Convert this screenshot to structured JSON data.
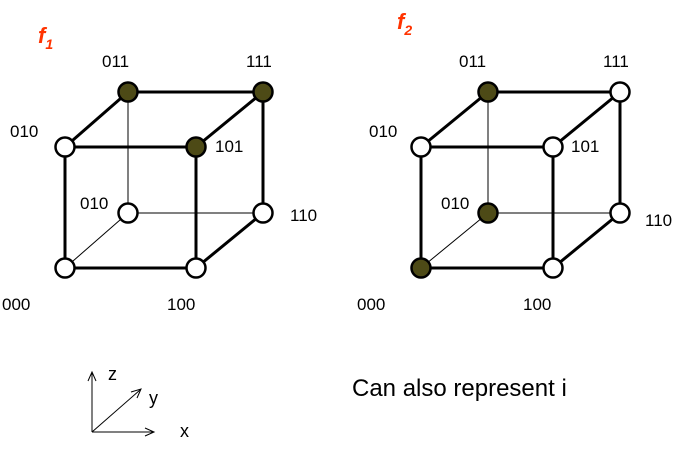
{
  "colors": {
    "highlighted": "#4d4a16",
    "plain": "#ffffff",
    "edge": "#000000",
    "function_label": "#ff3300"
  },
  "cubes": [
    {
      "function_letter": "f",
      "function_subscript": "1",
      "vertices": {
        "front_bottom_left": {
          "label": "000",
          "highlighted": false
        },
        "front_bottom_right": {
          "label": "100",
          "highlighted": false
        },
        "front_top_left": {
          "label": "010",
          "highlighted": false
        },
        "front_top_right": {
          "label": "101",
          "highlighted": true
        },
        "back_top_left": {
          "label": "011",
          "highlighted": true
        },
        "back_top_right": {
          "label": "111",
          "highlighted": true
        },
        "back_bottom_left": {
          "label": "010",
          "highlighted": false
        },
        "back_bottom_right": {
          "label": "110",
          "highlighted": false
        }
      }
    },
    {
      "function_letter": "f",
      "function_subscript": "2",
      "vertices": {
        "front_bottom_left": {
          "label": "000",
          "highlighted": true
        },
        "front_bottom_right": {
          "label": "100",
          "highlighted": false
        },
        "front_top_left": {
          "label": "010",
          "highlighted": false
        },
        "front_top_right": {
          "label": "101",
          "highlighted": false
        },
        "back_top_left": {
          "label": "011",
          "highlighted": true
        },
        "back_top_right": {
          "label": "111",
          "highlighted": false
        },
        "back_bottom_left": {
          "label": "010",
          "highlighted": true
        },
        "back_bottom_right": {
          "label": "110",
          "highlighted": false
        }
      }
    }
  ],
  "axes": {
    "z": "z",
    "y": "y",
    "x": "x"
  },
  "caption": "Can also represent i"
}
